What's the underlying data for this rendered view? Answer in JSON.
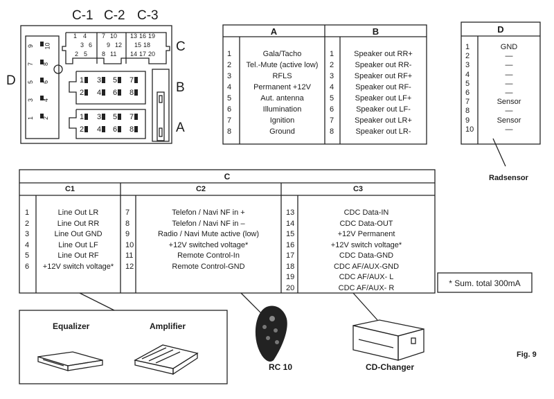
{
  "connector": {
    "top_labels": [
      "C-1",
      "C-2",
      "C-3"
    ],
    "side_labels": {
      "c": "C",
      "b": "B",
      "a": "A",
      "d": "D"
    },
    "c1_pins_top": [
      "1",
      "4"
    ],
    "c1_pins_mid": [
      "3",
      "6"
    ],
    "c1_pins_bot": [
      "2",
      "5"
    ],
    "c2_pins_top": [
      "7",
      "10"
    ],
    "c2_pins_mid": [
      "9",
      "12"
    ],
    "c2_pins_bot": [
      "8",
      "11"
    ],
    "c3_pins_top": [
      "13",
      "16",
      "19"
    ],
    "c3_pins_mid": [
      "15",
      "18"
    ],
    "c3_pins_bot": [
      "14",
      "17",
      "20"
    ],
    "b_pins": [
      [
        "1",
        "3",
        "5",
        "7"
      ],
      [
        "2",
        "4",
        "6",
        "8"
      ]
    ],
    "a_pins": [
      [
        "1",
        "3",
        "5",
        "7"
      ],
      [
        "2",
        "4",
        "6",
        "8"
      ]
    ],
    "d_pins": [
      "9",
      "10",
      "7",
      "8",
      "5",
      "6",
      "3",
      "4",
      "1",
      "2"
    ]
  },
  "table_ab": {
    "header_a": "A",
    "header_b": "B",
    "rows_a": [
      {
        "n": "1",
        "t": "Gala/Tacho"
      },
      {
        "n": "2",
        "t": "Tel.-Mute (active low)"
      },
      {
        "n": "3",
        "t": "RFLS"
      },
      {
        "n": "4",
        "t": "Permanent +12V"
      },
      {
        "n": "5",
        "t": "Aut. antenna"
      },
      {
        "n": "6",
        "t": "Illumination"
      },
      {
        "n": "7",
        "t": "Ignition"
      },
      {
        "n": "8",
        "t": "Ground"
      }
    ],
    "rows_b": [
      {
        "n": "1",
        "t": "Speaker out RR+"
      },
      {
        "n": "2",
        "t": "Speaker out RR-"
      },
      {
        "n": "3",
        "t": "Speaker out RF+"
      },
      {
        "n": "4",
        "t": "Speaker out RF-"
      },
      {
        "n": "5",
        "t": "Speaker out LF+"
      },
      {
        "n": "6",
        "t": "Speaker out LF-"
      },
      {
        "n": "7",
        "t": "Speaker out LR+"
      },
      {
        "n": "8",
        "t": "Speaker out LR-"
      }
    ]
  },
  "table_d": {
    "header": "D",
    "rows": [
      {
        "n": "1",
        "t": "GND"
      },
      {
        "n": "2",
        "t": "—"
      },
      {
        "n": "3",
        "t": "—"
      },
      {
        "n": "4",
        "t": "—"
      },
      {
        "n": "5",
        "t": "—"
      },
      {
        "n": "6",
        "t": "—"
      },
      {
        "n": "7",
        "t": "Sensor"
      },
      {
        "n": "8",
        "t": "—"
      },
      {
        "n": "9",
        "t": "Sensor"
      },
      {
        "n": "10",
        "t": "—"
      }
    ],
    "caption": "Radsensor"
  },
  "table_c": {
    "header": "C",
    "sub_c1": "C1",
    "sub_c2": "C2",
    "sub_c3": "C3",
    "rows_c1": [
      {
        "n": "1",
        "t": "Line Out LR"
      },
      {
        "n": "2",
        "t": "Line Out RR"
      },
      {
        "n": "3",
        "t": "Line Out GND"
      },
      {
        "n": "4",
        "t": "Line Out LF"
      },
      {
        "n": "5",
        "t": "Line Out RF"
      },
      {
        "n": "6",
        "t": "+12V switch voltage*"
      }
    ],
    "rows_c2": [
      {
        "n": "7",
        "t": "Telefon / Navi NF  in +"
      },
      {
        "n": "8",
        "t": "Telefon / Navi NF  in –"
      },
      {
        "n": "9",
        "t": "Radio / Navi Mute active (low)"
      },
      {
        "n": "10",
        "t": "+12V switched voltage*"
      },
      {
        "n": "11",
        "t": "Remote Control-In"
      },
      {
        "n": "12",
        "t": "Remote Control-GND"
      }
    ],
    "rows_c3": [
      {
        "n": "13",
        "t": "CDC Data-IN"
      },
      {
        "n": "14",
        "t": "CDC Data-OUT"
      },
      {
        "n": "15",
        "t": "+12V Permanent"
      },
      {
        "n": "16",
        "t": "+12V switch voltage*"
      },
      {
        "n": "17",
        "t": "CDC Data-GND"
      },
      {
        "n": "18",
        "t": "CDC AF/AUX-GND"
      },
      {
        "n": "19",
        "t": "CDC AF/AUX- L"
      },
      {
        "n": "20",
        "t": "CDC AF/AUX- R"
      }
    ]
  },
  "note": "* Sum. total 300mA",
  "devices": {
    "equalizer": "Equalizer",
    "amplifier": "Amplifier",
    "rc10": "RC 10",
    "cdchanger": "CD-Changer"
  },
  "fig": "Fig. 9"
}
